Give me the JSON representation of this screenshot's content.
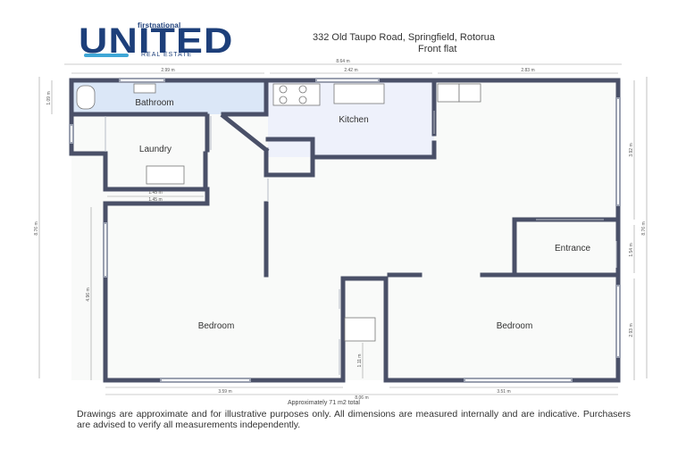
{
  "brand": {
    "top": "firstnational",
    "main": "UNITED",
    "sub": "REAL ESTATE"
  },
  "address": "332 Old Taupo Road, Springfield, Rotorua",
  "subtitle": "Front flat",
  "rooms": {
    "bathroom": "Bathroom",
    "kitchen": "Kitchen",
    "laundry": "Laundry",
    "entrance": "Entrance",
    "bedroom_left": "Bedroom",
    "bedroom_right": "Bedroom"
  },
  "dimensions": {
    "overall_top": "8.64 m",
    "bathroom_width": "2.99 m",
    "kitchen_width": "2.42 m",
    "right_width": "2.83 m",
    "laundry_w1": "1.45 m",
    "laundry_w2": "1.45 m",
    "bathroom_height": "1.09 m",
    "overall_left": "8.76 m",
    "bedroom_left_height": "4.96 m",
    "right_upper": "3.92 m",
    "overall_right": "8.76 m",
    "entrance_height": "1.54 m",
    "bedroom_right_height": "2.93 m",
    "hall_width": "1.11 m",
    "bedroom_left_width": "3.59 m",
    "bedroom_right_width": "3.51 m",
    "overall_bottom": "8.06 m"
  },
  "total": "Approximately 71 m2 total",
  "disclaimer": "Drawings are approximate and for illustrative purposes only. All dimensions are measured internally and are indicative. Purchasers are advised to verify all measurements independently.",
  "colors": {
    "wall": "#4a5068",
    "brand": "#1d3f7a",
    "bathroom_fill": "#dbe7f7",
    "kitchen_fill": "#eef1fb"
  }
}
